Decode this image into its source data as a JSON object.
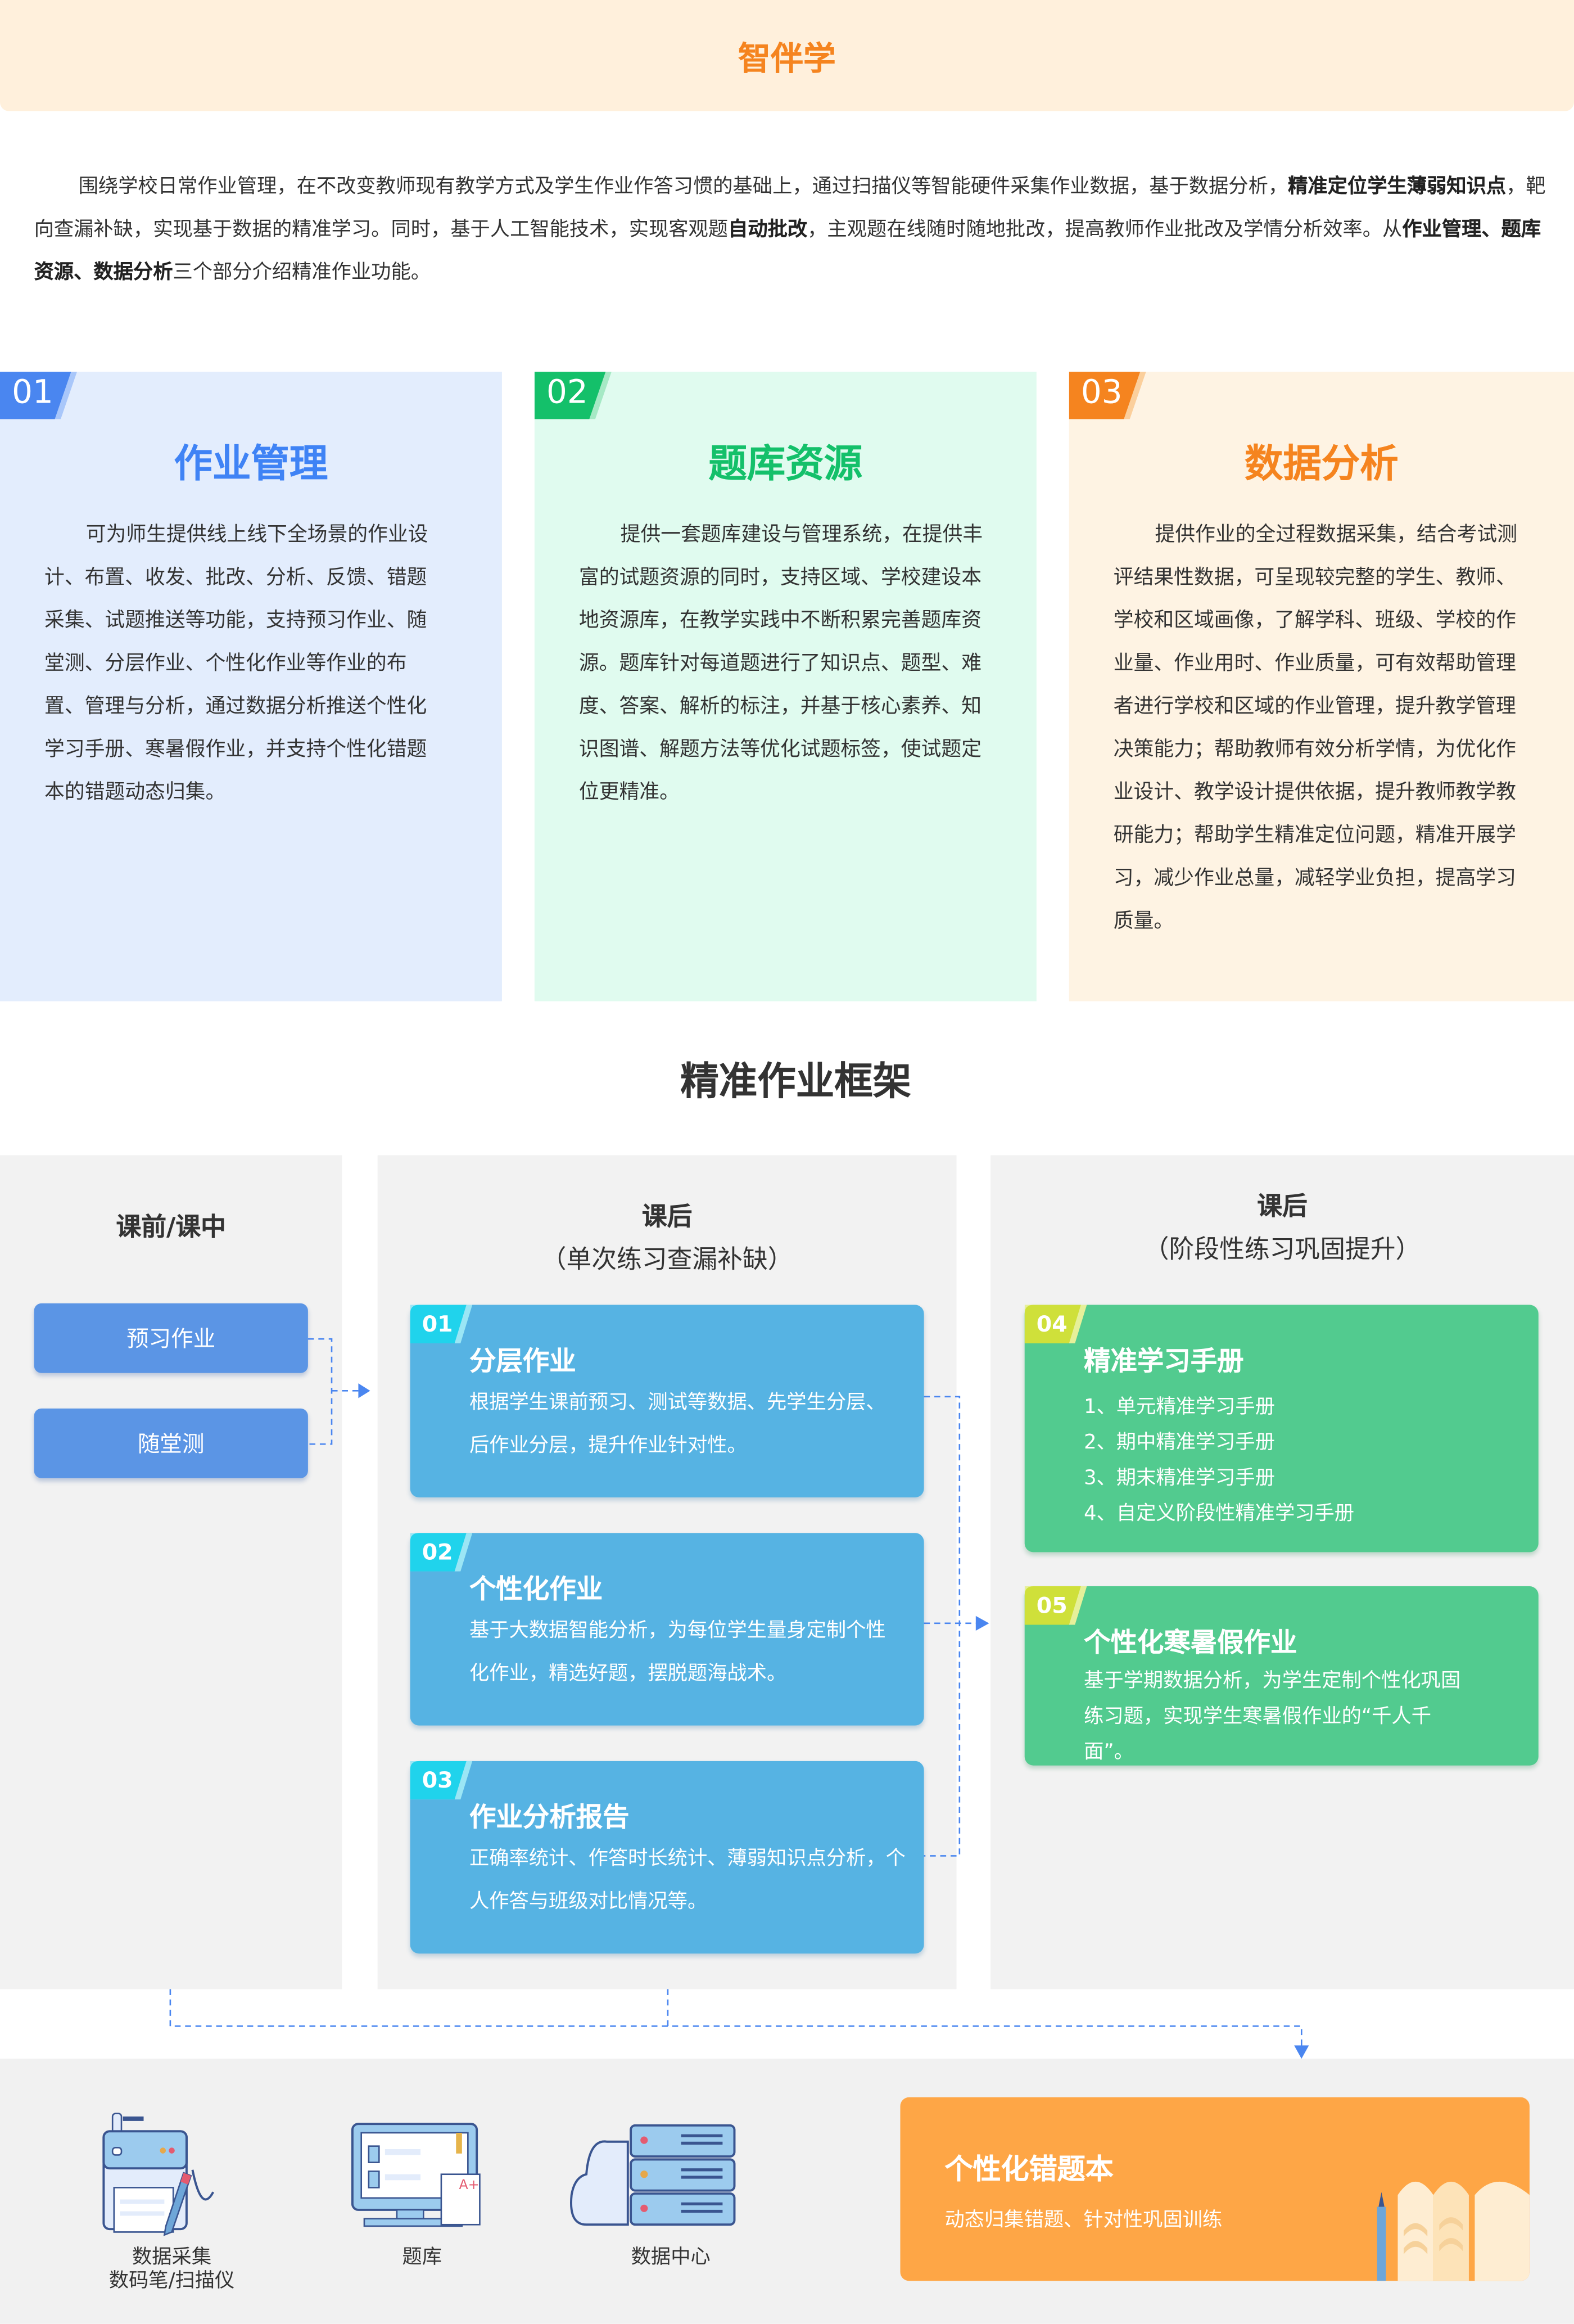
{
  "header": {
    "title": "智伴学"
  },
  "intro": {
    "p1": "围绕学校日常作业管理，在不改变教师现有教学方式及学生作业作答习惯的基础上，通过扫描仪等智能硬件采集作业数据，基于数据分析，",
    "b1": "精准定位学生薄弱知识点",
    "p2": "，靶向查漏补缺，实现基于数据的精准学习。同时，基于人工智能技术，实现客观题",
    "b2": "自动批改",
    "p3": "，主观题在线随时随地批改，提高教师作业批改及学情分析效率。从",
    "b3": "作业管理、题库资源、数据分析",
    "p4": "三个部分介绍精准作业功能。"
  },
  "cards": [
    {
      "num": "01",
      "title": "作业管理",
      "color": "#3f83f5",
      "body": "可为师生提供线上线下全场景的作业设计、布置、收发、批改、分析、反馈、错题采集、试题推送等功能，支持预习作业、随堂测、分层作业、个性化作业等作业的布置、管理与分析，通过数据分析推送个性化学习手册、寒暑假作业，并支持个性化错题本的错题动态归集。"
    },
    {
      "num": "02",
      "title": "题库资源",
      "color": "#14c06a",
      "body": "提供一套题库建设与管理系统，在提供丰富的试题资源的同时，支持区域、学校建设本地资源库，在教学实践中不断积累完善题库资源。题库针对每道题进行了知识点、题型、难度、答案、解析的标注，并基于核心素养、知识图谱、解题方法等优化试题标签，使试题定位更精准。"
    },
    {
      "num": "03",
      "title": "数据分析",
      "color": "#f5841f",
      "body": "提供作业的全过程数据采集，结合考试测评结果性数据，可呈现较完整的学生、教师、学校和区域画像，了解学科、班级、学校的作业量、作业用时、作业质量，可有效帮助管理者进行学校和区域的作业管理，提升教学管理决策能力；帮助教师有效分析学情，为优化作业设计、教学设计提供依据，提升教师教学教研能力；帮助学生精准定位问题，精准开展学习，减少作业总量，减轻学业负担，提高学习质量。"
    }
  ],
  "framework": {
    "title": "精准作业框架",
    "col1": {
      "title": "课前/课中",
      "buttons": [
        "预习作业",
        "随堂测"
      ]
    },
    "col2": {
      "title": "课后",
      "subtitle": "（单次练习查漏补缺）",
      "items": [
        {
          "num": "01",
          "title": "分层作业",
          "body": "根据学生课前预习、测试等数据、先学生分层、后作业分层，提升作业针对性。"
        },
        {
          "num": "02",
          "title": "个性化作业",
          "body": "基于大数据智能分析，为每位学生量身定制个性化作业，精选好题，摆脱题海战术。"
        },
        {
          "num": "03",
          "title": "作业分析报告",
          "body": "正确率统计、作答时长统计、薄弱知识点分析，个人作答与班级对比情况等。"
        }
      ]
    },
    "col3": {
      "title": "课后",
      "subtitle": "（阶段性练习巩固提升）",
      "items": [
        {
          "num": "04",
          "title": "精准学习手册",
          "lines": [
            "1、单元精准学习手册",
            "2、期中精准学习手册",
            "3、期末精准学习手册",
            "4、自定义阶段性精准学习手册"
          ]
        },
        {
          "num": "05",
          "title": "个性化寒暑假作业",
          "body": "基于学期数据分析，为学生定制个性化巩固练习题，实现学生寒暑假作业的“千人千面”。"
        }
      ]
    }
  },
  "bottom": {
    "icons": [
      {
        "label1": "数据采集",
        "label2": "数码笔/扫描仪"
      },
      {
        "label1": "题库"
      },
      {
        "label1": "数据中心"
      }
    ],
    "card": {
      "title": "个性化错题本",
      "subtitle": "动态归集错题、针对性巩固训练"
    }
  }
}
